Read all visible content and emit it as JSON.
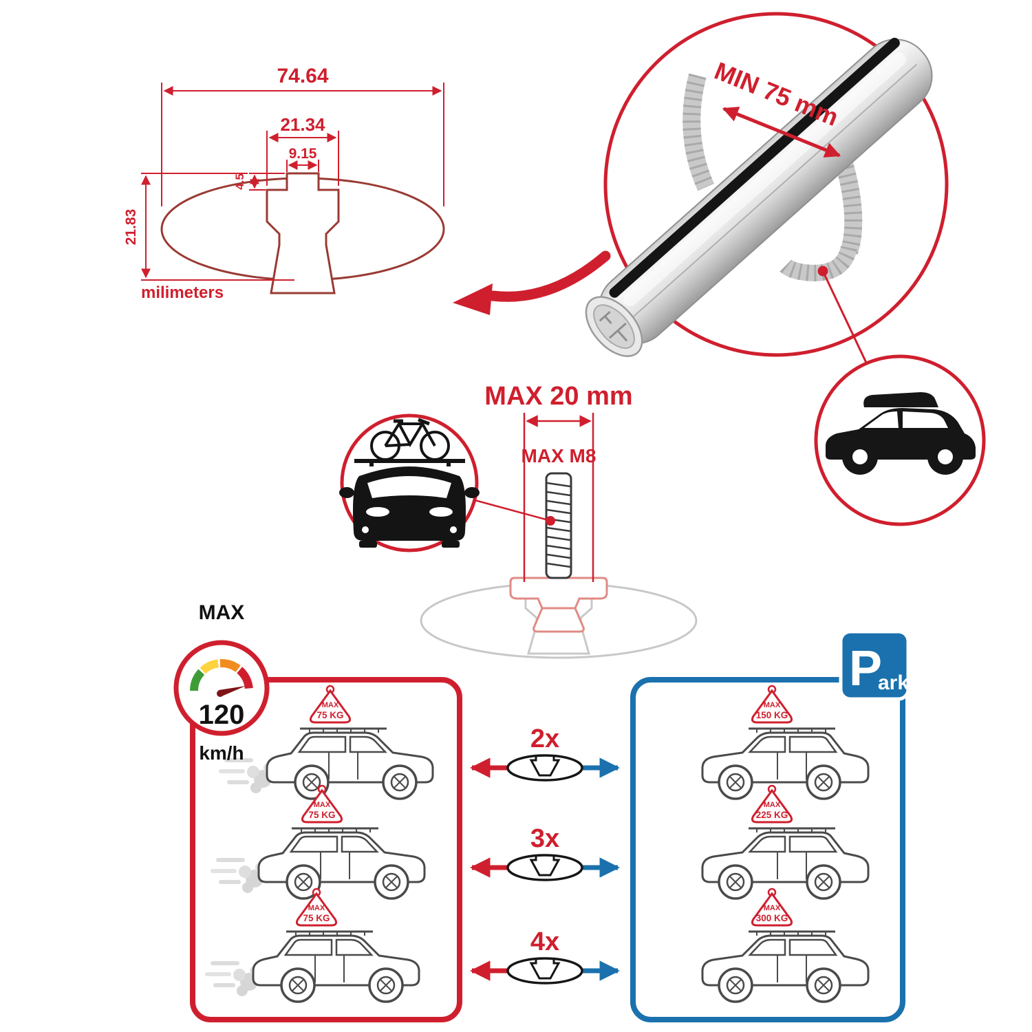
{
  "colors": {
    "accent_red": "#cf1f2e",
    "accent_blue": "#1a71ad",
    "section_maroon": "#993a33",
    "car_outline_gray": "#4a4a4a",
    "metal_gray": "#c9c9c9",
    "silhouette_black": "#161616"
  },
  "cross_section": {
    "total_width_mm": "74.64",
    "channel_width_mm": "21.34",
    "opening_width_mm": "9.15",
    "lip_depth_mm": "4.5",
    "total_height_mm": "21.83",
    "units_label": "milimeters"
  },
  "bar_detail": {
    "min_span_label": "MIN 75 mm"
  },
  "bolt_detail": {
    "max_width_label": "MAX 20 mm",
    "max_thread_label": "MAX M8"
  },
  "speed_limit": {
    "label": "MAX",
    "value": "120",
    "units": "km/h"
  },
  "park_sign": {
    "letter": "P",
    "suffix": "ark"
  },
  "quantities": [
    {
      "label": "2x"
    },
    {
      "label": "3x"
    },
    {
      "label": "4x"
    }
  ],
  "driving_cars": [
    {
      "sign_title": "MAX",
      "sign_value": "75 KG"
    },
    {
      "sign_title": "MAX",
      "sign_value": "75 KG"
    },
    {
      "sign_title": "MAX",
      "sign_value": "75 KG"
    }
  ],
  "parked_cars": [
    {
      "sign_title": "MAX",
      "sign_value": "150 KG"
    },
    {
      "sign_title": "MAX",
      "sign_value": "225 KG"
    },
    {
      "sign_title": "MAX",
      "sign_value": "300 KG"
    }
  ]
}
